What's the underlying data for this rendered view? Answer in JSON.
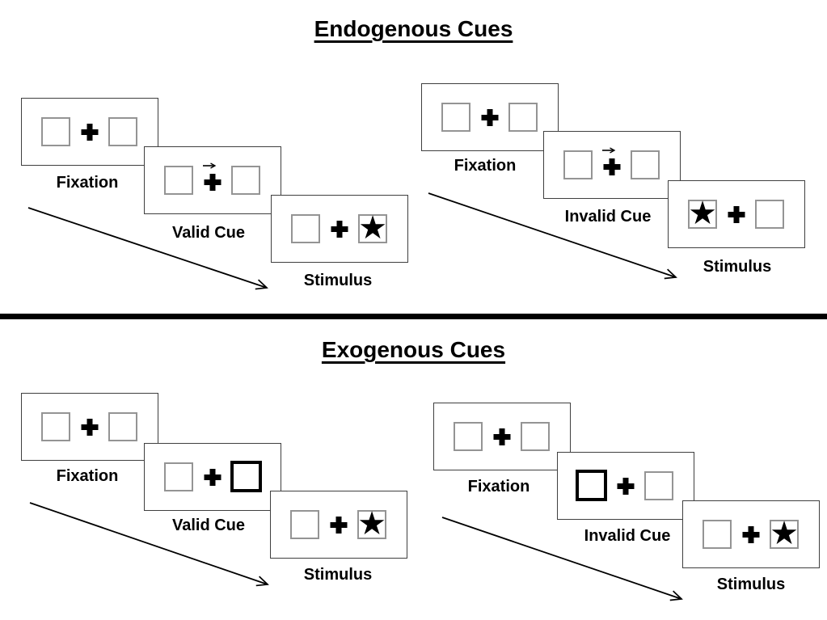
{
  "icons": {
    "star": "★"
  },
  "colors": {
    "ink": "#000000",
    "panel_border": "#3f3f3f",
    "box_border": "#949494"
  },
  "sections": [
    {
      "title": "Endogenous Cues",
      "groups": [
        {
          "name": "valid-cue-trial",
          "panels": [
            {
              "label": "Fixation"
            },
            {
              "label": "Valid Cue"
            },
            {
              "label": "Stimulus"
            }
          ]
        },
        {
          "name": "invalid-cue-trial",
          "panels": [
            {
              "label": "Fixation"
            },
            {
              "label": "Invalid Cue"
            },
            {
              "label": "Stimulus"
            }
          ]
        }
      ]
    },
    {
      "title": "Exogenous Cues",
      "groups": [
        {
          "name": "valid-cue-trial",
          "panels": [
            {
              "label": "Fixation"
            },
            {
              "label": "Valid Cue"
            },
            {
              "label": "Stimulus"
            }
          ]
        },
        {
          "name": "invalid-cue-trial",
          "panels": [
            {
              "label": "Fixation"
            },
            {
              "label": "Invalid Cue"
            },
            {
              "label": "Stimulus"
            }
          ]
        }
      ]
    }
  ]
}
